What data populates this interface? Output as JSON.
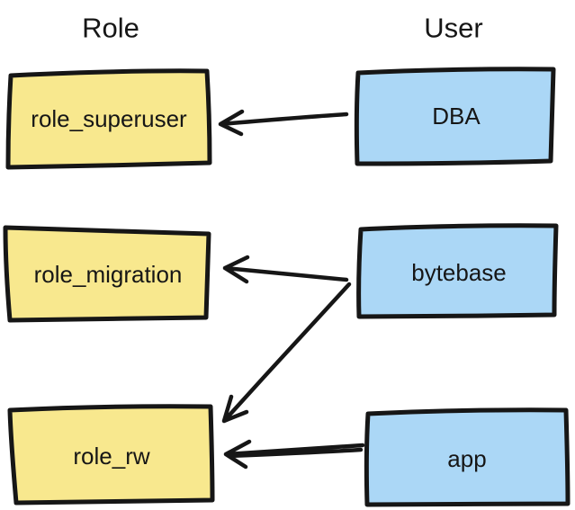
{
  "diagram": {
    "title_implicit": "User to Role grant mapping",
    "headers": {
      "role": "Role",
      "user": "User"
    },
    "roles": [
      {
        "id": "role_superuser",
        "label": "role_superuser"
      },
      {
        "id": "role_migration",
        "label": "role_migration"
      },
      {
        "id": "role_rw",
        "label": "role_rw"
      }
    ],
    "users": [
      {
        "id": "DBA",
        "label": "DBA"
      },
      {
        "id": "bytebase",
        "label": "bytebase"
      },
      {
        "id": "app",
        "label": "app"
      }
    ],
    "edges": [
      {
        "from": "DBA",
        "to": "role_superuser"
      },
      {
        "from": "bytebase",
        "to": "role_migration"
      },
      {
        "from": "bytebase",
        "to": "role_rw"
      },
      {
        "from": "app",
        "to": "role_rw"
      }
    ],
    "colors": {
      "role_fill": "#f8e88e",
      "user_fill": "#abd7f6",
      "stroke": "#161616",
      "background": "#ffffff"
    }
  }
}
